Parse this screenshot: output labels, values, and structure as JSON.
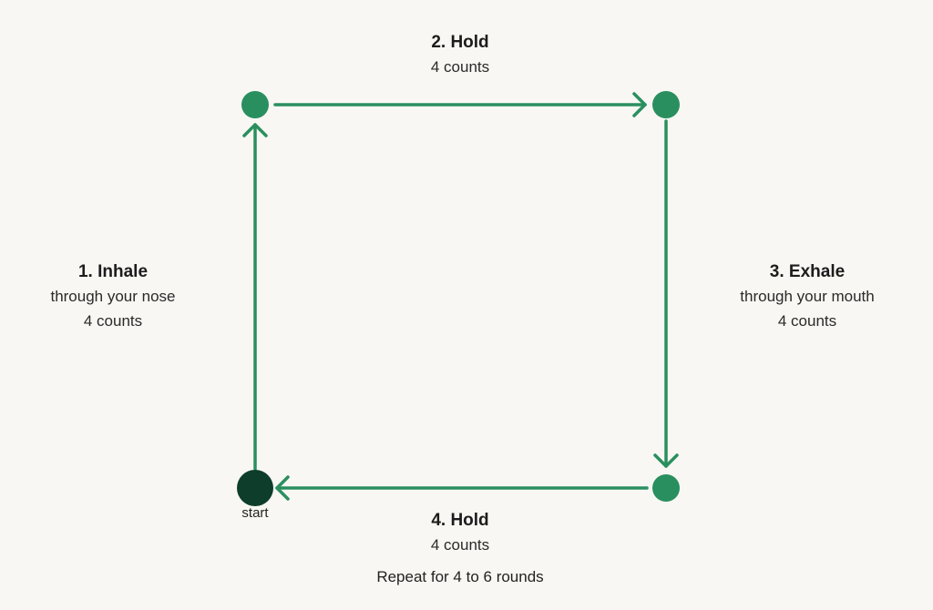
{
  "colors": {
    "accent": "#2a8f5f",
    "start_node": "#0f3d2c",
    "background": "#f8f7f3"
  },
  "steps": [
    {
      "title": "1. Inhale",
      "lines": [
        "through your nose",
        "4 counts"
      ]
    },
    {
      "title": "2. Hold",
      "lines": [
        "4 counts"
      ]
    },
    {
      "title": "3. Exhale",
      "lines": [
        "through your mouth",
        "4 counts"
      ]
    },
    {
      "title": "4. Hold",
      "lines": [
        "4 counts"
      ]
    }
  ],
  "start_label": "start",
  "footnote": "Repeat for 4 to 6 rounds"
}
